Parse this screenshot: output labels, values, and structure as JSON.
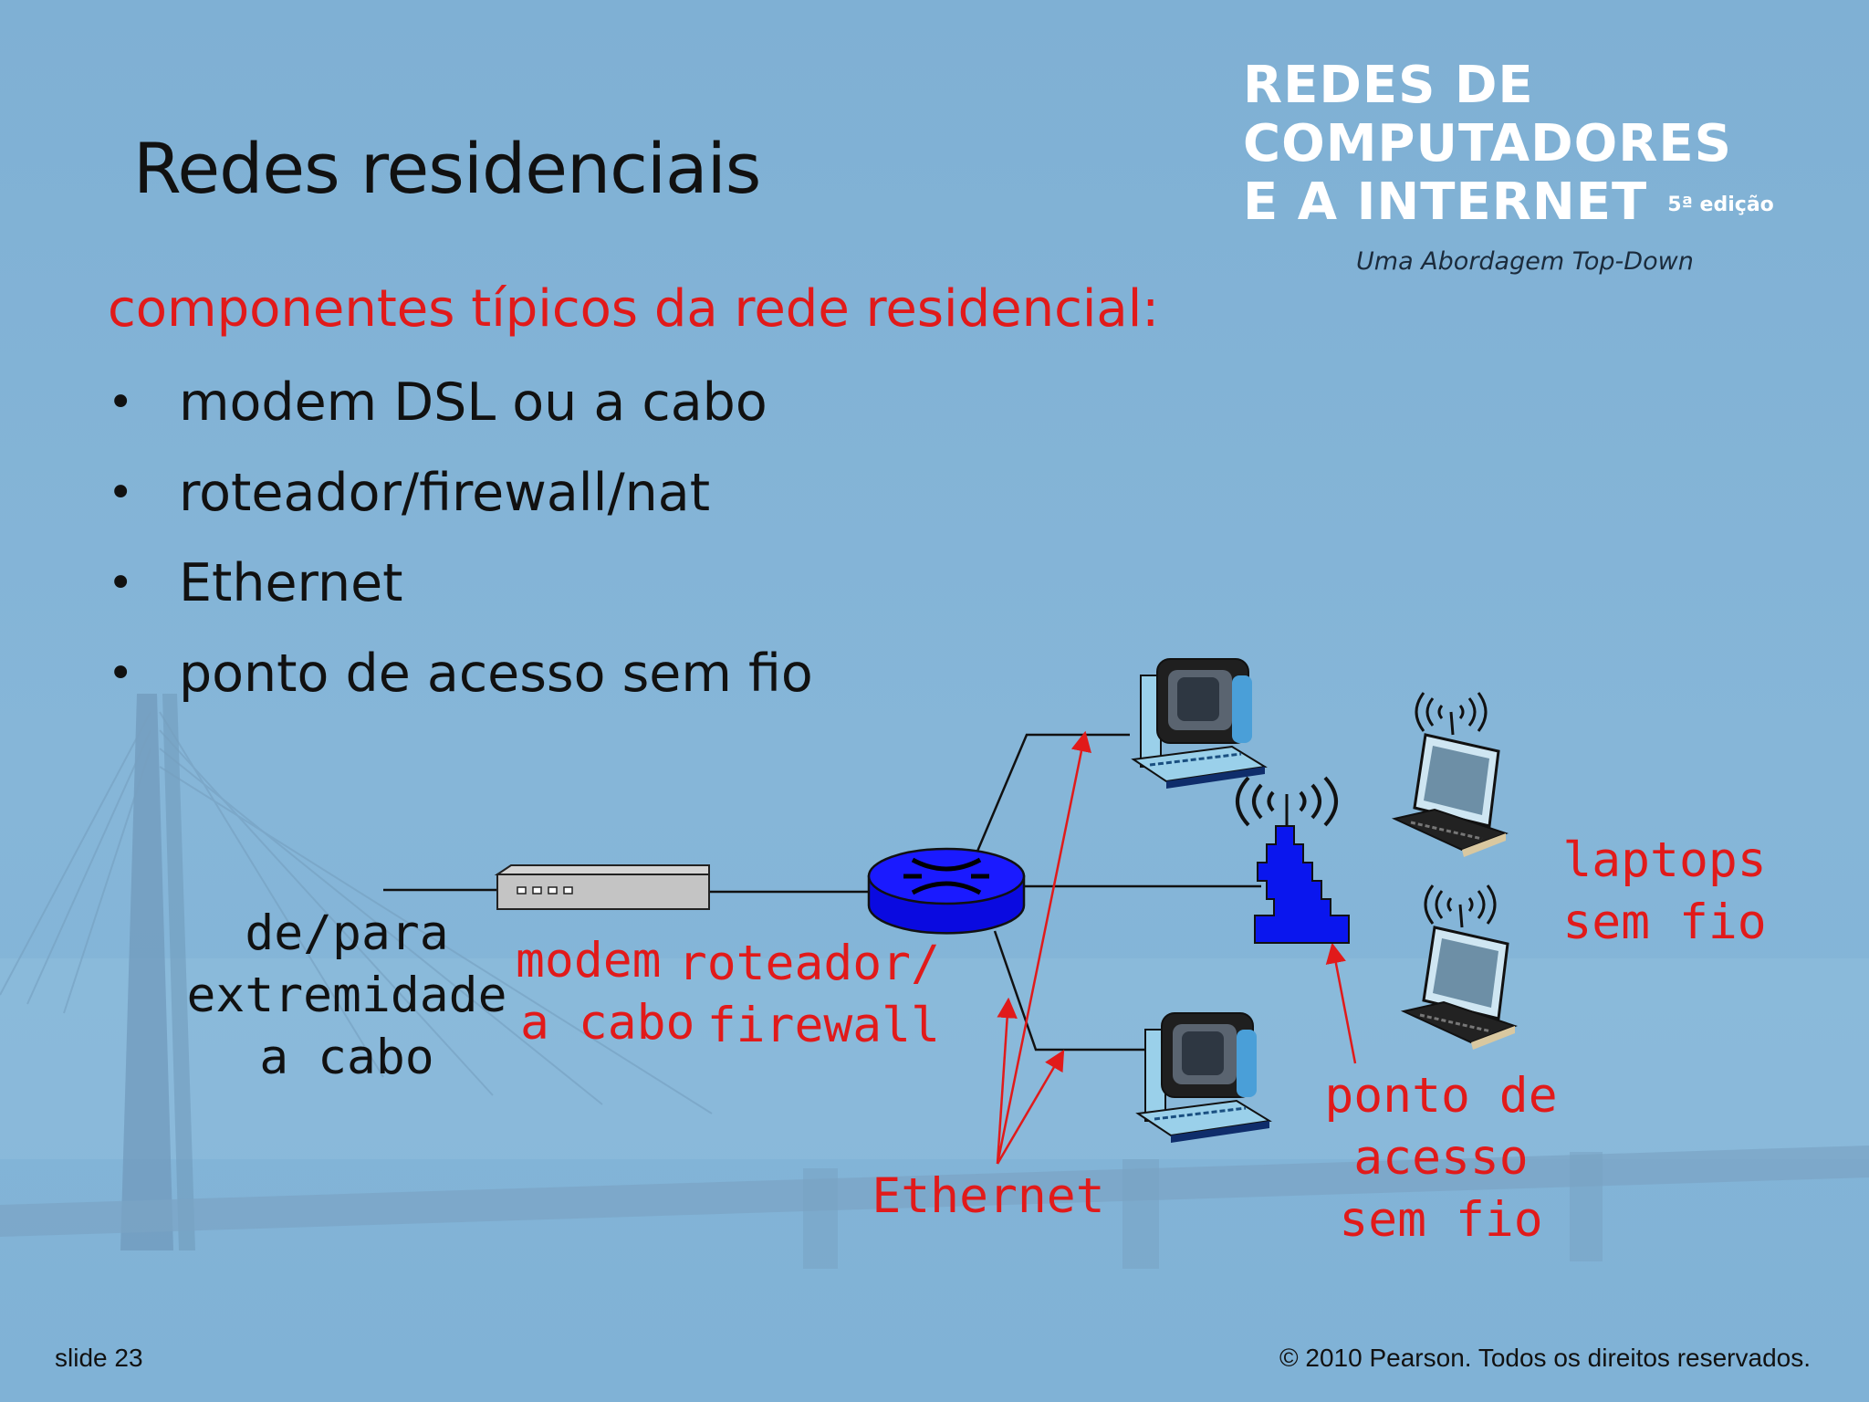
{
  "slide": {
    "title": "Redes residenciais",
    "subtitle": "componentes típicos da rede residencial:",
    "bullets": [
      "modem DSL ou a cabo",
      "roteador/firewall/nat",
      "Ethernet",
      "ponto de acesso sem fio"
    ],
    "bullet_glyph": "•"
  },
  "logo": {
    "lines": [
      "REDES DE",
      "COMPUTADORES",
      "E A INTERNET"
    ],
    "edition": "5ª edição",
    "subtitle": "Uma Abordagem Top-Down"
  },
  "diagram": {
    "labels": {
      "cable_line1": "de/para",
      "cable_line2": "extremidade",
      "cable_line3": "a cabo",
      "modem_line1": "modem",
      "modem_line2": "a cabo",
      "router_line1": "roteador/",
      "router_line2": "firewall",
      "ethernet": "Ethernet",
      "ap_line1": "ponto de",
      "ap_line2": "acesso",
      "ap_line3": "sem fio",
      "laptops_line1": "laptops",
      "laptops_line2": "sem fio"
    },
    "colors": {
      "annotation": "#e11a1a",
      "router": "#1010ff",
      "access_point": "#0a16ee",
      "text": "#111111"
    },
    "icons": [
      "cable-modem-icon",
      "router-icon",
      "desktop-computer-icon",
      "wireless-access-point-icon",
      "laptop-icon"
    ]
  },
  "footer": {
    "slide_number": "slide 23",
    "copyright": "© 2010 Pearson. Todos os direitos reservados."
  }
}
